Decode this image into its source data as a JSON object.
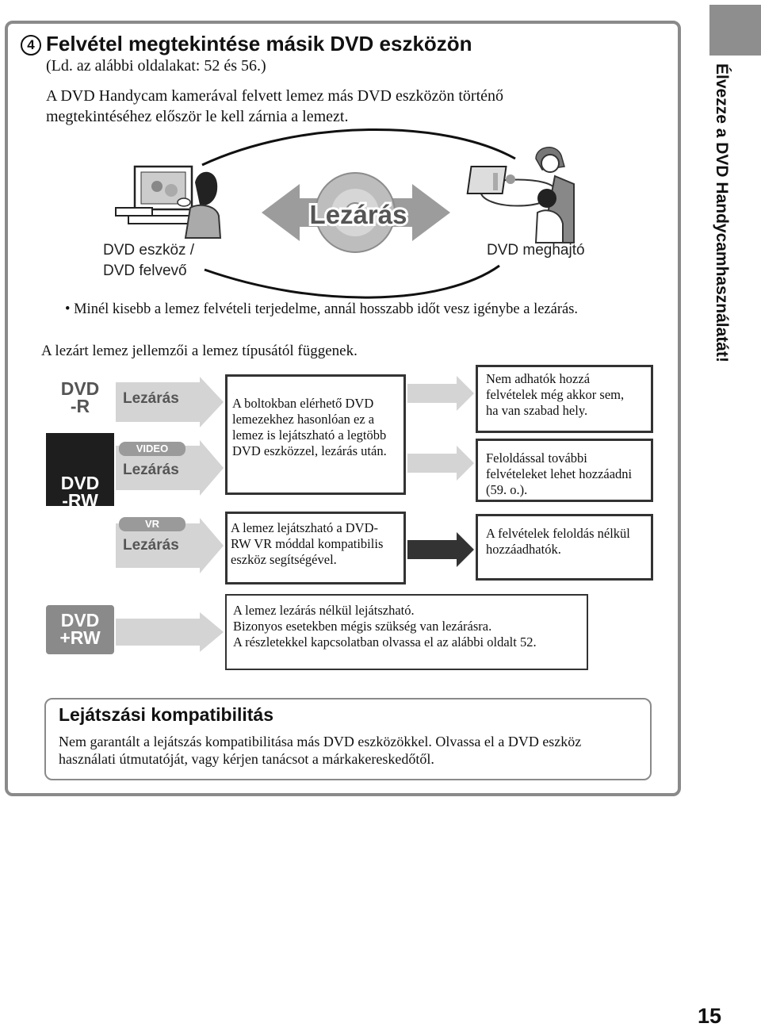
{
  "side_tab": {
    "text": "Élvezze a DVD Handycamhasználatát!",
    "color": "#8e8e8e"
  },
  "section": {
    "step_number": "4",
    "title": "Felvétel megtekintése másik DVD eszközön",
    "reference": "(Ld. az alábbi oldalakat: 52 és 56.)",
    "intro_line1": "A DVD Handycam kamerával felvett lemez más DVD eszközön történő",
    "intro_line2": "megtekintéséhez először le kell zárnia a lemezt."
  },
  "illustration": {
    "finalize_label": "Lezárás",
    "device_label_line1": "DVD eszköz /",
    "device_label_line2": "DVD felvevő",
    "drive_label": "DVD meghajtó"
  },
  "bullet_note": "Minél kisebb a lemez felvételi terjedelme, annál hosszabb időt vesz igénybe a lezárás.",
  "features_intro": "A lezárt lemez jellemzői a lemez típusától függenek.",
  "discs": {
    "dvd_r": [
      "DVD",
      "-R"
    ],
    "dvd_rw": [
      "DVD",
      "-RW"
    ],
    "dvd_plus_rw": [
      "DVD",
      "+RW"
    ]
  },
  "finalize_plates": {
    "dvd_r": {
      "label": "Lezárás"
    },
    "video": {
      "tag": "VIDEO",
      "label": "Lezárás"
    },
    "vr": {
      "tag": "VR",
      "label": "Lezárás"
    }
  },
  "boxes": {
    "compat": [
      "A boltokban elérhető DVD",
      "lemezekhez hasonlóan ez a",
      "lemez is lejátszható a legtöbb",
      "DVD eszközzel, lezárás után."
    ],
    "vr": [
      "A lemez lejátszható a DVD-",
      "RW VR móddal kompatibilis",
      "eszköz segítségével."
    ],
    "no_add": [
      "Nem adhatók hozzá",
      "felvételek még akkor sem,",
      "ha van szabad hely."
    ],
    "unlock": [
      "Feloldással további",
      "felvételeket lehet hozzáadni",
      "(59. o.)."
    ],
    "add_rw": [
      "A felvételek feloldás nélkül",
      "hozzáadhatók."
    ],
    "plus_rw": [
      "A lemez lezárás nélkül lejátszható.",
      "Bizonyos esetekben mégis szükség van lezárásra.",
      "A részletekkel kapcsolatban olvassa el az alábbi oldalt 52."
    ]
  },
  "compatibility": {
    "title": "Lejátszási kompatibilitás",
    "line1": "Nem garantált a lejátszás kompatibilitása más DVD eszközökkel. Olvassa el a DVD eszköz",
    "line2": "használati útmutatóját, vagy kérjen tanácsot a márkakereskedőtől."
  },
  "page_number": "15"
}
